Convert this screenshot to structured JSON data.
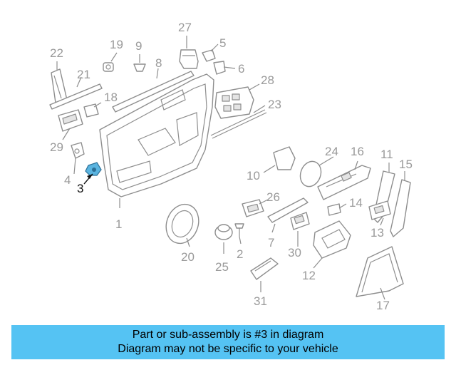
{
  "diagram": {
    "callouts": [
      "22",
      "19",
      "9",
      "27",
      "5",
      "8",
      "6",
      "21",
      "18",
      "28",
      "23",
      "29",
      "24",
      "16",
      "11",
      "15",
      "10",
      "4",
      "3",
      "26",
      "14",
      "1",
      "13",
      "7",
      "20",
      "2",
      "30",
      "25",
      "12",
      "31",
      "17"
    ],
    "highlighted_part": "3",
    "colors": {
      "highlight": "#5ab4e0",
      "banner": "#55c3f3",
      "line": "#8e8e8e"
    }
  },
  "banner": {
    "line1": "Part or sub-assembly is #3 in diagram",
    "line2": "Diagram may not be specific to your vehicle"
  }
}
